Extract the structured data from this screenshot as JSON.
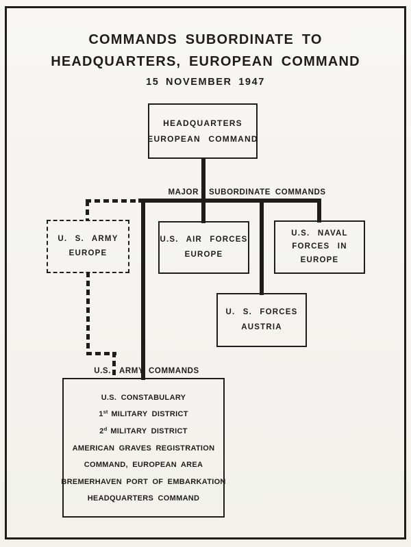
{
  "title": {
    "line1": "COMMANDS SUBORDINATE TO",
    "line2": "HEADQUARTERS, EUROPEAN COMMAND",
    "date": "15 NOVEMBER 1947"
  },
  "labels": {
    "major_subordinate": {
      "part1": "MAJOR",
      "part2": "SUBORDINATE  COMMANDS"
    },
    "army_commands": {
      "part1": "U.S.",
      "part2": "ARMY",
      "part3": "COMMANDS"
    }
  },
  "boxes": {
    "hq": {
      "line1": "HEADQUARTERS",
      "line2": "EUROPEAN  COMMAND"
    },
    "army_europe": {
      "line1": "U. S.  ARMY",
      "line2": "EUROPE"
    },
    "air_forces": {
      "line1": "U.S.  AIR  FORCES",
      "line2": "EUROPE"
    },
    "naval": {
      "line1": "U.S.  NAVAL",
      "line2": "FORCES  IN",
      "line3": "EUROPE"
    },
    "austria": {
      "line1": "U. S.  FORCES",
      "line2": "AUSTRIA"
    }
  },
  "army_commands_list": {
    "items": [
      {
        "text": "U.S. CONSTABULARY"
      },
      {
        "num": "1",
        "sup": "st",
        "rest": "MILITARY  DISTRICT"
      },
      {
        "num": "2",
        "sup": "d",
        "rest": "MILITARY  DISTRICT"
      },
      {
        "text": "AMERICAN GRAVES REGISTRATION"
      },
      {
        "text": "COMMAND, EUROPEAN AREA"
      },
      {
        "text": "BREMERHAVEN PORT OF EMBARKATION"
      },
      {
        "text": "HEADQUARTERS COMMAND"
      }
    ]
  },
  "colors": {
    "ink": "#1f1d1b",
    "paper": "#f5f4f0"
  }
}
